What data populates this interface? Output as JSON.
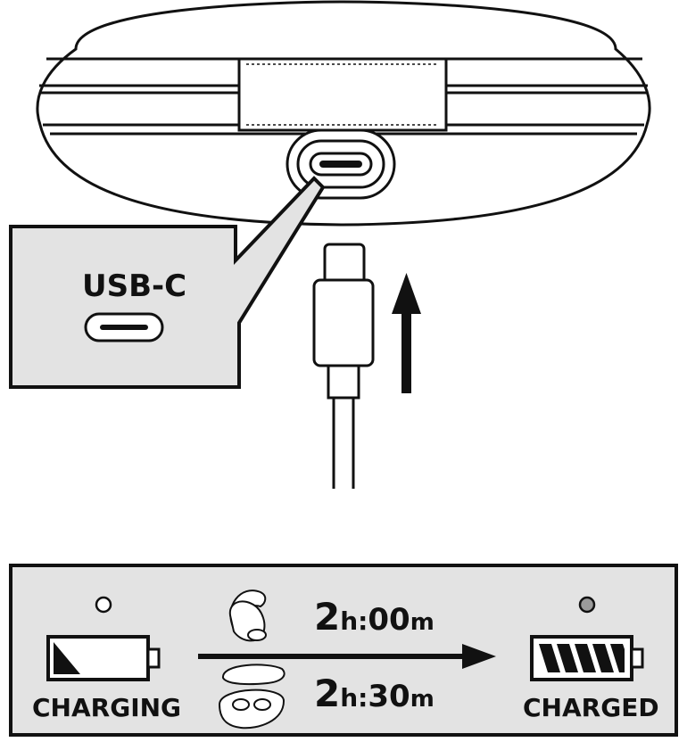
{
  "callout": {
    "label": "USB-C"
  },
  "status": {
    "charging_label": "CHARGING",
    "charged_label": "CHARGED",
    "charging_led_color": "#ffffff",
    "charged_led_color": "#9a9a9a",
    "charging_level_icon": "low-battery-icon",
    "charged_level_icon": "full-battery-icon"
  },
  "times": [
    {
      "device": "earbud-icon",
      "hours": "2",
      "h_unit": "h:",
      "minutes": "00",
      "m_unit": "m"
    },
    {
      "device": "charging-case-icon",
      "hours": "2",
      "h_unit": "h:",
      "minutes": "30",
      "m_unit": "m"
    }
  ],
  "colors": {
    "panel_fill": "#e3e3e3",
    "line": "#111111",
    "background": "#ffffff"
  }
}
